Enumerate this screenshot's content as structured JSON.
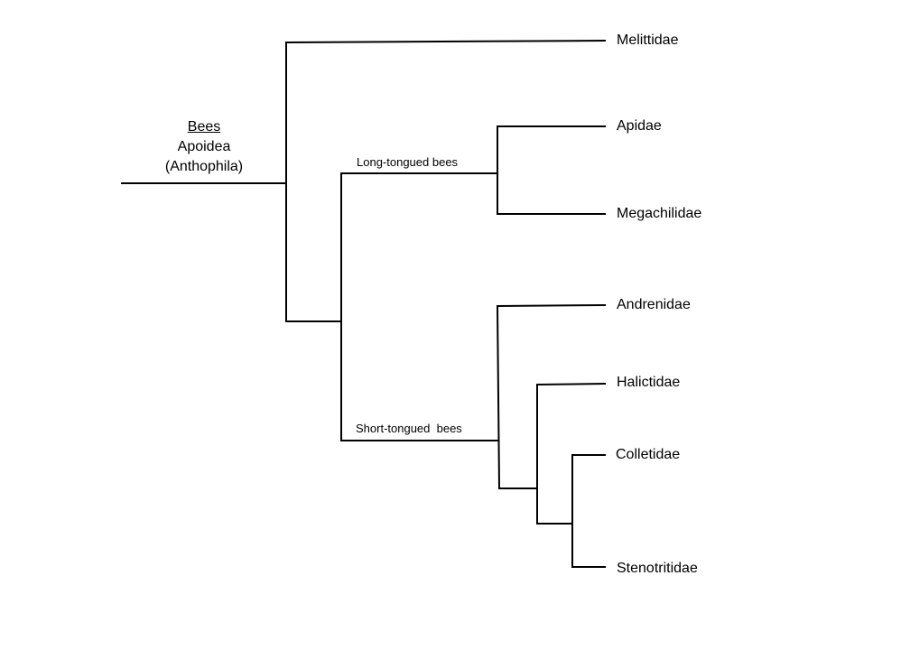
{
  "root": {
    "title": "Bees",
    "line2": "Apoidea",
    "line3": "(Anthophila)"
  },
  "clades": {
    "long": "Long-tongued bees",
    "short": "Short-tongued  bees"
  },
  "leaves": {
    "melittidae": "Melittidae",
    "apidae": "Apidae",
    "megachilidae": "Megachilidae",
    "andrenidae": "Andrenidae",
    "halictidae": "Halictidae",
    "colletidae": "Colletidae",
    "stenotritidae": "Stenotritidae"
  }
}
